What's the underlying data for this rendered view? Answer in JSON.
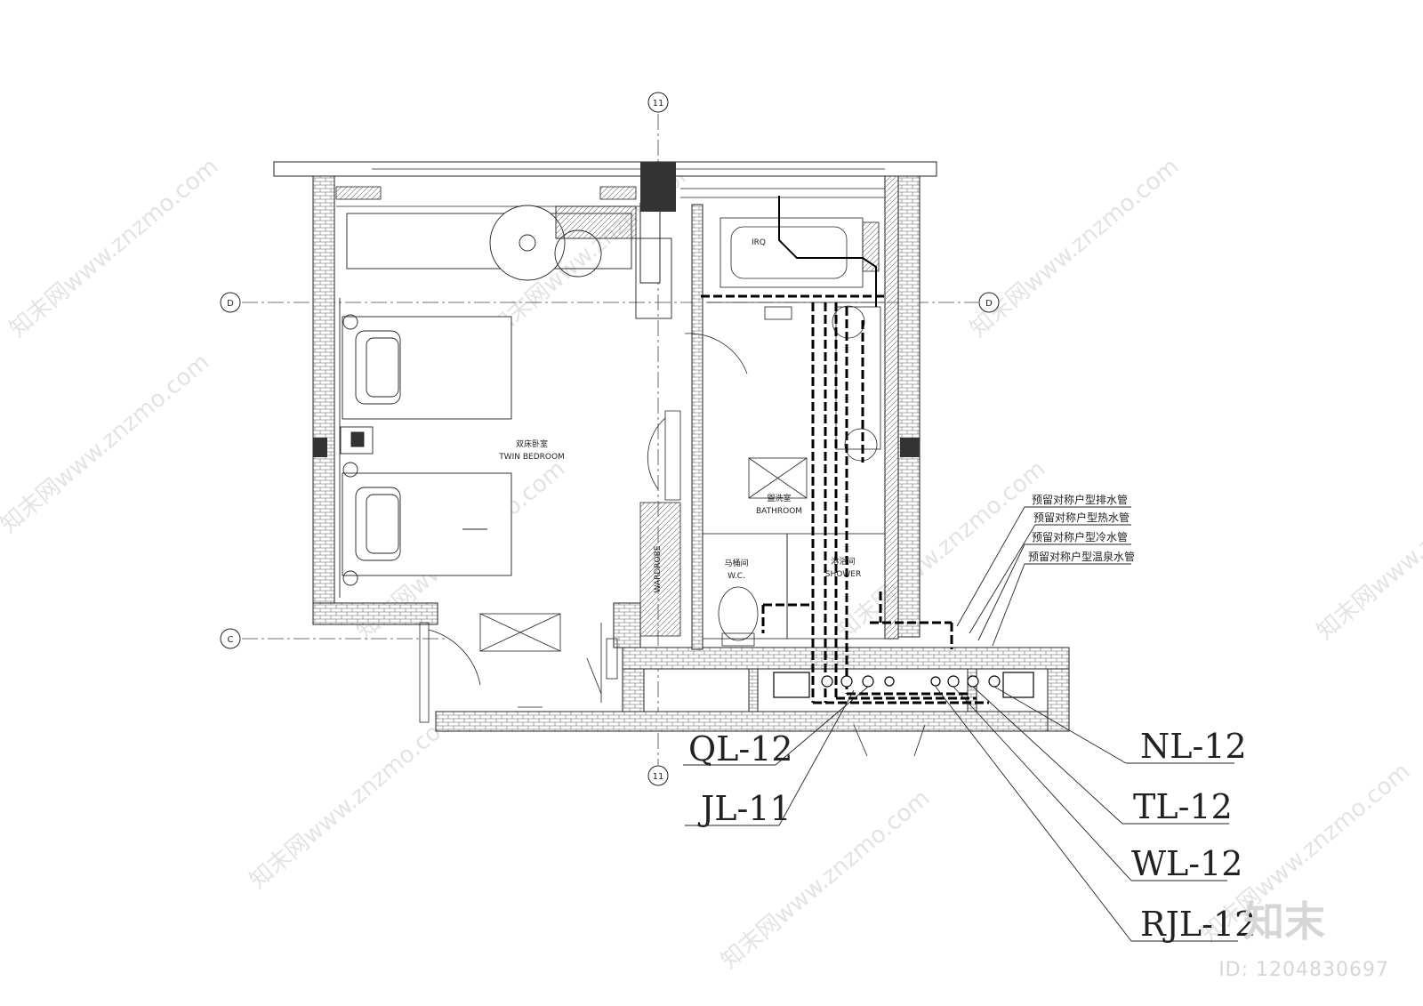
{
  "axes": {
    "top": "11",
    "bottom": "11",
    "left_d": "D",
    "right_d": "D",
    "left_c": "C"
  },
  "rooms": {
    "bedroom_cn": "双床卧室",
    "bedroom_en": "TWIN BEDROOM",
    "bathroom_cn": "盥洗室",
    "bathroom_en": "BATHROOM",
    "wc_cn": "马桶间",
    "wc_en": "W.C.",
    "shower_cn": "淋浴间",
    "shower_en": "SHOWER",
    "wardrobe": "WARDROBE",
    "tub_mark": "IRQ"
  },
  "notes": [
    "预留对称户型排水管",
    "预留对称户型热水管",
    "预留对称户型冷水管",
    "预留对称户型温泉水管"
  ],
  "pipe_labels": {
    "ql": "QL-12",
    "jl": "JL-11",
    "nl": "NL-12",
    "tl": "TL-12",
    "wl": "WL-12",
    "rjl": "RJL-12"
  },
  "watermark": {
    "text": "知末网www.znzmo.com",
    "brand": "知末",
    "id": "ID: 1204830697"
  },
  "colors": {
    "line": "#222222",
    "pipe": "#000000",
    "watermark": "#e3e3e3"
  }
}
